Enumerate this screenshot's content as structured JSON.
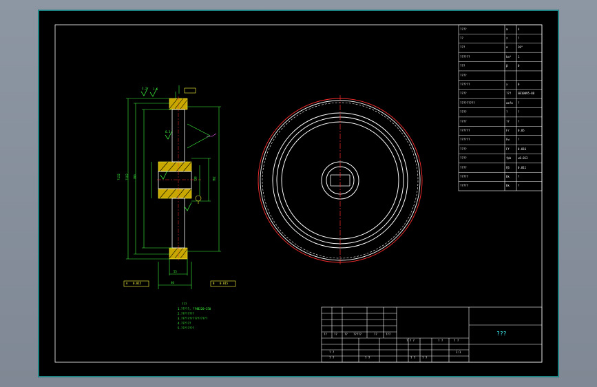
{
  "title_block": {
    "drawing_name": "???",
    "row_codes": [
      "??",
      "??",
      "??",
      "?????",
      "??",
      "???"
    ],
    "scale_row": [
      "? ? ?",
      "? ?",
      "? ?"
    ],
    "footer": [
      "? ?",
      "? ?",
      "? ?",
      "? ?",
      "? ?",
      "1:1"
    ]
  },
  "param_table": {
    "rows": [
      {
        "name": "????",
        "sym": "m",
        "val": "4"
      },
      {
        "name": "??",
        "sym": "z",
        "val": "?"
      },
      {
        "name": "???",
        "sym": "α",
        "val": "20°"
      },
      {
        "name": "??????",
        "sym": "ha*",
        "val": "1"
      },
      {
        "name": "???",
        "sym": "β",
        "val": "0"
      },
      {
        "name": "????",
        "sym": "",
        "val": ""
      },
      {
        "name": "??????",
        "sym": "x",
        "val": "0"
      },
      {
        "name": "????",
        "sym": "???",
        "val": "GB10095-88"
      },
      {
        "name": "?????????",
        "sym": "a±fa",
        "val": "?"
      },
      {
        "name": "????",
        "sym": "?",
        "val": "?"
      },
      {
        "name": "????",
        "sym": "??",
        "val": "?"
      },
      {
        "name": "??????",
        "sym": "Fr",
        "val": "0.05"
      },
      {
        "name": "??????",
        "sym": "Fw",
        "val": "?"
      },
      {
        "name": "????",
        "sym": "Ff",
        "val": "0.016"
      },
      {
        "name": "????",
        "sym": "fpb",
        "val": "±0.013"
      },
      {
        "name": "????",
        "sym": "Fβ",
        "val": "0.011"
      },
      {
        "name": "?????",
        "sym": "Ek",
        "val": "?"
      },
      {
        "name": "?????",
        "sym": "Ek",
        "val": "?"
      }
    ],
    "group_labels": [
      "??",
      "??"
    ]
  },
  "side_view": {
    "roughness": [
      "3.2",
      "1.6",
      "6.3"
    ],
    "dims": [
      "?132",
      "?102",
      "?80",
      "?62",
      "?38",
      "40",
      "55"
    ],
    "datum_tag_left": "A",
    "datum_tag_right": "B",
    "tol_left": "0.015",
    "tol_right": "0.015"
  },
  "notes": [
    "???",
    "1.?????, ??HB220~250",
    "2.????????",
    "3.????????????????",
    "4.??????",
    "5.????????"
  ]
}
